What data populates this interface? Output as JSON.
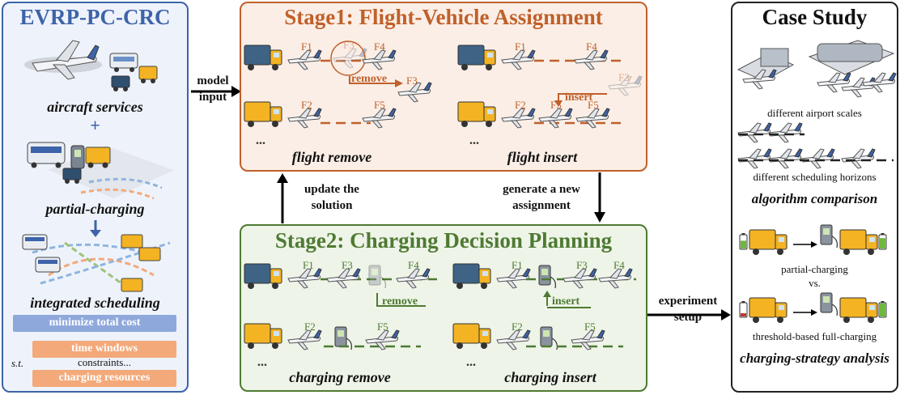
{
  "left_panel": {
    "title": "EVRP-PC-CRC",
    "aircraft_services": "aircraft services",
    "plus": "+",
    "partial_charging": "partial-charging",
    "integrated_scheduling": "integrated scheduling",
    "objective": "minimize total cost",
    "st": "s.t.",
    "constraint_time": "time windows",
    "constraints_text": "constraints...",
    "constraint_charging": "charging resources"
  },
  "stage1": {
    "title": "Stage1: Flight-Vehicle Assignment",
    "remove_label": "flight remove",
    "insert_label": "flight insert",
    "remove_tag": "remove",
    "insert_tag": "insert",
    "ellipsis": "..."
  },
  "stage2": {
    "title": "Stage2: Charging Decision Planning",
    "remove_label": "charging remove",
    "insert_label": "charging insert",
    "remove_tag": "remove",
    "insert_tag": "insert",
    "ellipsis": "..."
  },
  "flights": {
    "f1": "F1",
    "f2": "F2",
    "f3": "F3",
    "f4": "F4",
    "f5": "F5"
  },
  "arrows": {
    "model_input": "model input",
    "update_solution": "update the solution",
    "generate_assignment": "generate a new assignment",
    "experiment_setup": "experiment setup"
  },
  "case_study": {
    "title": "Case Study",
    "airport_scales": "different airport scales",
    "horizons": "different scheduling horizons",
    "algorithm_comparison": "algorithm comparison",
    "partial_charging": "partial-charging",
    "vs": "vs.",
    "threshold": "threshold-based full-charging",
    "strategy_analysis": "charging-strategy analysis"
  },
  "colors": {
    "left_border": "#3d63a8",
    "left_bg": "#eef3fb",
    "stage1_border": "#c0602a",
    "stage1_bg": "#fbeee6",
    "stage2_border": "#4e7a32",
    "stage2_bg": "#eef4e8",
    "case_border": "#222222",
    "blue_bar": "#8fa8dc",
    "orange_bar": "#f3a97a"
  }
}
